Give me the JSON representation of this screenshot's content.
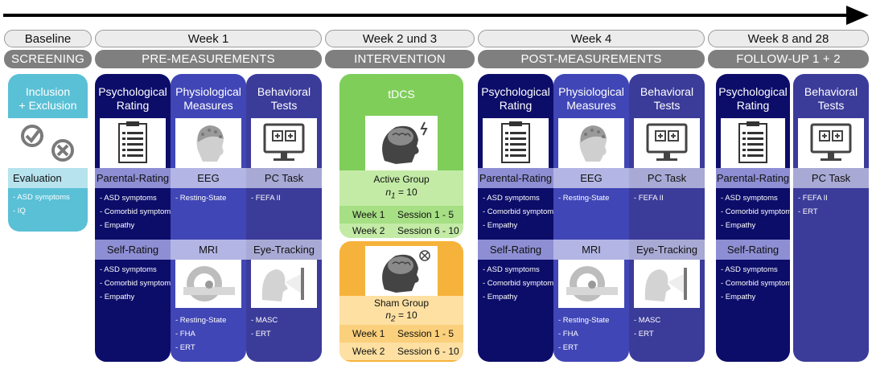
{
  "phases": [
    {
      "name": "Baseline",
      "label": "SCREENING"
    },
    {
      "name": "Week 1",
      "label": "PRE-MEASUREMENTS"
    },
    {
      "name": "Week 2 und 3",
      "label": "INTERVENTION"
    },
    {
      "name": "Week 4",
      "label": "POST-MEASUREMENTS"
    },
    {
      "name": "Week 8 and 28",
      "label": "FOLLOW-UP 1 + 2"
    }
  ],
  "screening": {
    "title": [
      "Inclusion",
      "+ Exclusion"
    ],
    "band": "Evaluation",
    "items": [
      "- ASD symptoms",
      "- IQ"
    ]
  },
  "labels": {
    "psych_title": [
      "Psychological",
      "Rating"
    ],
    "phys_title": [
      "Physiological",
      "Measures"
    ],
    "behav_title": [
      "Behavioral",
      "Tests"
    ],
    "parental": "Parental-Rating",
    "self": "Self-Rating",
    "eeg": "EEG",
    "mri": "MRI",
    "pc_task": "PC Task",
    "eye_tracking": "Eye-Tracking"
  },
  "lists": {
    "parental_items": [
      "- ASD symptoms",
      "- Comorbid symptoms",
      "- Empathy"
    ],
    "self_items": [
      "- ASD symptoms",
      "- Comorbid symptoms",
      "- Empathy"
    ],
    "eeg_items": [
      "- Resting-State"
    ],
    "mri_items": [
      "- Resting-State",
      "- FHA",
      "- ERT"
    ],
    "pc_items": [
      "- FEFA II"
    ],
    "eye_items": [
      "- MASC",
      "- ERT"
    ],
    "followup_pc_items": [
      "- FEFA II",
      "- ERT"
    ]
  },
  "intervention": {
    "title": "tDCS",
    "active": {
      "group": "Active Group",
      "n_var": "n",
      "n_sub": "1",
      "n_val": " = 10",
      "weeks": [
        [
          "Week 1",
          "Session 1 - 5"
        ],
        [
          "Week 2",
          "Session 6 - 10"
        ]
      ]
    },
    "sham": {
      "group": "Sham Group",
      "n_var": "n",
      "n_sub": "2",
      "n_val": " = 10",
      "weeks": [
        [
          "Week 1",
          "Session 1 - 5"
        ],
        [
          "Week 2",
          "Session 6 - 10"
        ]
      ]
    }
  },
  "colors": {
    "psych": "#0c0d69",
    "psych_band": "#8d8ed4",
    "phys": "#4046b6",
    "phys_band": "#b3b5e4",
    "behav": "#3b3b9a",
    "behav_band": "#a9a9d6",
    "screen": "#5ac0d6",
    "screen_band": "#b6e3ee",
    "active": "#7fce5a",
    "active_light": "#c3eba6",
    "active_dark": "#a6df84",
    "sham": "#f6b33b",
    "sham_light": "#fde0a2",
    "sham_dark": "#fbd07c"
  }
}
